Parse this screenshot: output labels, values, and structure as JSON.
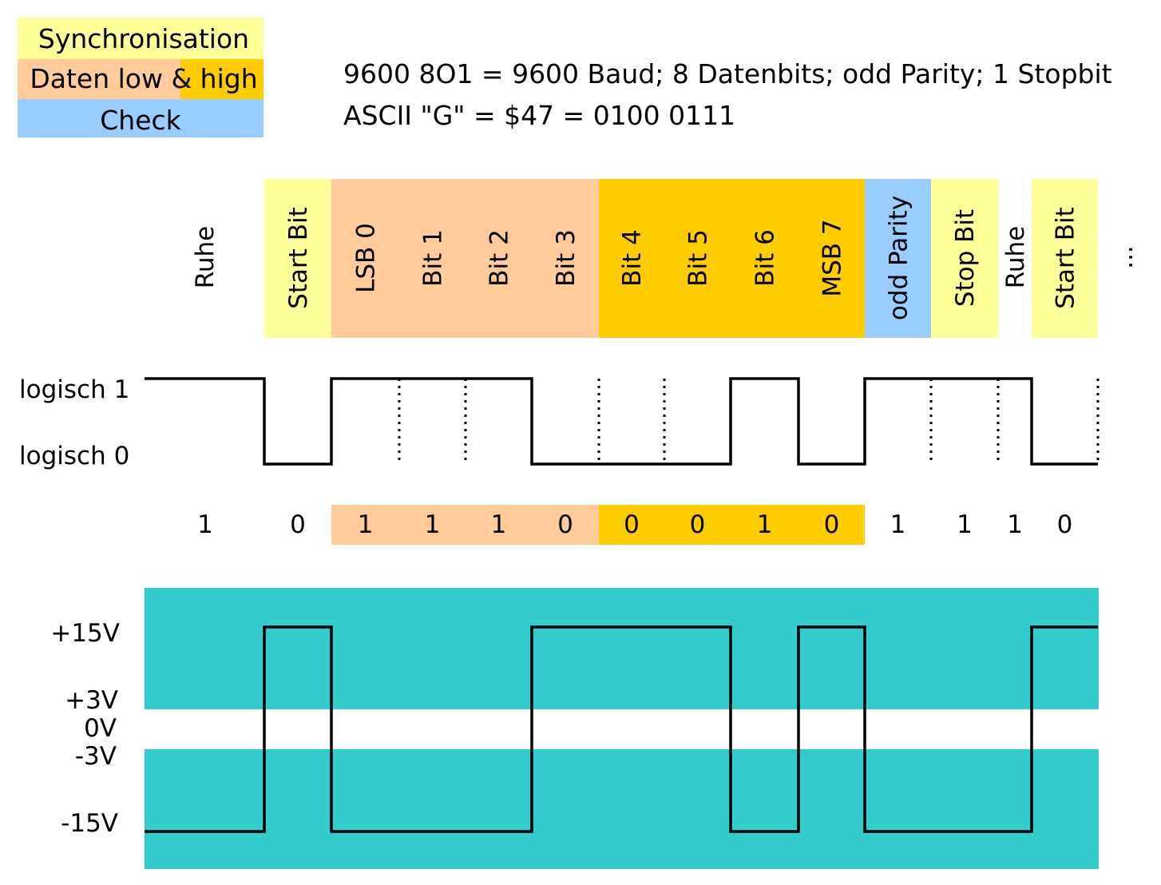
{
  "legend": {
    "sync_label": "Synchronisation",
    "data_label": "Daten low & high",
    "check_label": "Check"
  },
  "description": {
    "line1": "9600 8O1 = 9600 Baud; 8 Datenbits; odd Parity; 1 Stopbit",
    "line2": "ASCII \"G\" = $47 = 0100 0111"
  },
  "colors": {
    "sync": "#ffff99",
    "data_low": "#ffcc99",
    "data_high": "#ffcc00",
    "check": "#99ccff",
    "voltage_band": "#33cccc",
    "signal": "#000000"
  },
  "slots": [
    {
      "label": "Ruhe",
      "category": "none",
      "value": "1",
      "level": 1
    },
    {
      "label": "Start Bit",
      "category": "sync",
      "value": "0",
      "level": 0
    },
    {
      "label": "LSB 0",
      "category": "data_low",
      "value": "1",
      "level": 1
    },
    {
      "label": "Bit 1",
      "category": "data_low",
      "value": "1",
      "level": 1
    },
    {
      "label": "Bit 2",
      "category": "data_low",
      "value": "1",
      "level": 1
    },
    {
      "label": "Bit 3",
      "category": "data_low",
      "value": "0",
      "level": 0
    },
    {
      "label": "Bit 4",
      "category": "data_high",
      "value": "0",
      "level": 0
    },
    {
      "label": "Bit 5",
      "category": "data_high",
      "value": "0",
      "level": 0
    },
    {
      "label": "Bit 6",
      "category": "data_high",
      "value": "1",
      "level": 1
    },
    {
      "label": "MSB 7",
      "category": "data_high",
      "value": "0",
      "level": 0
    },
    {
      "label": "odd Parity",
      "category": "check",
      "value": "1",
      "level": 1
    },
    {
      "label": "Stop Bit",
      "category": "sync",
      "value": "1",
      "level": 1
    },
    {
      "label": "Ruhe",
      "category": "none",
      "value": "1",
      "level": 1
    },
    {
      "label": "Start Bit",
      "category": "sync",
      "value": "0",
      "level": 0
    }
  ],
  "continuation_mark": "...",
  "logic_levels": {
    "high_label": "logisch 1",
    "low_label": "logisch 0"
  },
  "voltage_levels": {
    "plus15": "+15V",
    "plus3": "+3V",
    "zero": "0V",
    "minus3": "-3V",
    "minus15": "-15V"
  }
}
